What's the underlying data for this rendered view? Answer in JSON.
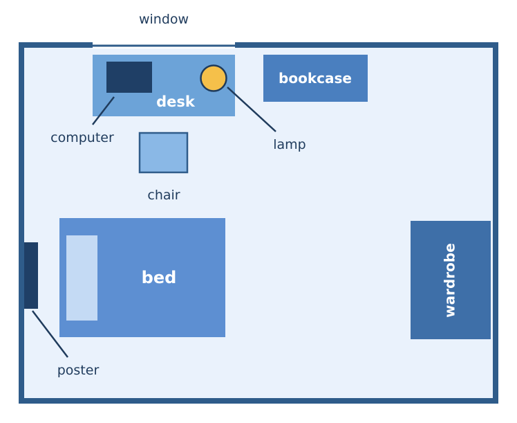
{
  "labels": {
    "window": "window",
    "desk": "desk",
    "bookcase": "bookcase",
    "computer": "computer",
    "lamp": "lamp",
    "chair": "chair",
    "bed": "bed",
    "wardrobe": "wardrobe",
    "poster": "poster"
  },
  "colors": {
    "wall": "#2f5c8a",
    "floor": "#eaf2fc",
    "desk": "#6ca3d8",
    "computer": "#1f3f66",
    "lamp": "#f5c04a",
    "bookcase": "#4a7fbf",
    "chair": "#8ab8e6",
    "bed": "#5d8fd2",
    "pillow": "#c4daf4",
    "wardrobe": "#3e6fa8",
    "poster": "#1f3f66",
    "leader": "#1f3b5c"
  }
}
